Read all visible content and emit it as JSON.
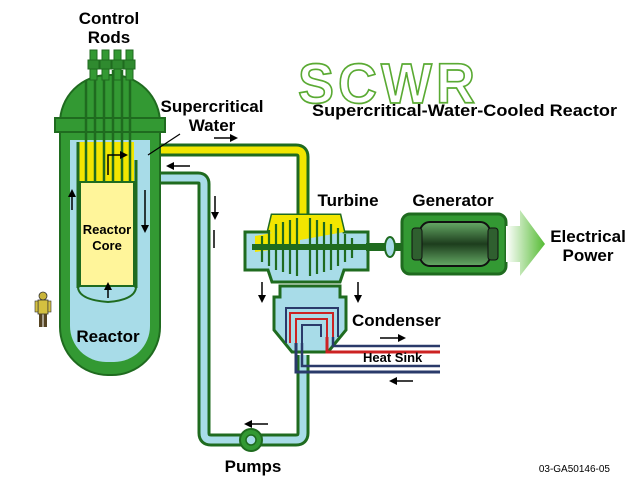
{
  "logo": {
    "text": "SCWR",
    "subtitle": "Supercritical-Water-Cooled Reactor"
  },
  "labels": {
    "control_rods_line1": "Control",
    "control_rods_line2": "Rods",
    "supercritical_line1": "Supercritical",
    "supercritical_line2": "Water",
    "reactor_core_line1": "Reactor",
    "reactor_core_line2": "Core",
    "reactor": "Reactor",
    "turbine": "Turbine",
    "generator": "Generator",
    "electrical_line1": "Electrical",
    "electrical_line2": "Power",
    "condenser": "Condenser",
    "heat_sink": "Heat Sink",
    "pumps": "Pumps",
    "figure_id": "03-GA50146-05"
  },
  "colors": {
    "vessel_green": "#339933",
    "dark_green": "#1f6b1f",
    "hot_yellow": "#f2e600",
    "core_yellow": "#fff59a",
    "cool_blue": "#a8dce8",
    "pipe_dark": "#2a3a6a",
    "heat_sink_red": "#cc2222",
    "arrow_green": "#66cc44",
    "logo_green": "#5aaa33"
  }
}
